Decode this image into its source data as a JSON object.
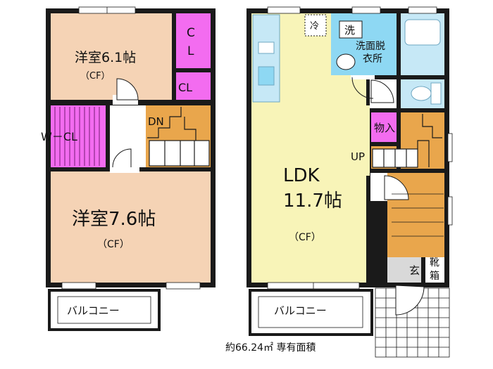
{
  "left_floor": {
    "bedroom_small": {
      "name": "洋室6.1帖",
      "floor": "（CF）"
    },
    "closet_large": {
      "label": "C\nL"
    },
    "closet_small": {
      "label": "CL"
    },
    "walk_in_closet": {
      "label": "W－CL"
    },
    "stairs_label": "DN",
    "bedroom_large": {
      "name": "洋室7.6帖",
      "floor": "（CF）"
    },
    "balcony": "バルコニー"
  },
  "right_floor": {
    "fridge": "冷",
    "washer": "洗",
    "dressing_room": "洗面脱\n衣所",
    "storage": "物入",
    "stairs_label": "UP",
    "ldk": {
      "name": "LDK",
      "size": "11.7帖",
      "floor": "（CF）"
    },
    "entrance": "玄",
    "shoe_box": "靴\n箱",
    "balcony": "バルコニー"
  },
  "footer": "約66.24㎡ 専有面積",
  "colors": {
    "wall": "#1a1a1a",
    "bedroom": "#f5d3b5",
    "closet": "#f36cf0",
    "stairs": "#e9a64c",
    "ldk": "#f8f4b8",
    "water": "#8ed8f3",
    "fixture": "#c6e8f6",
    "entrance": "#d9d9d9",
    "balcony": "#ffffff"
  }
}
